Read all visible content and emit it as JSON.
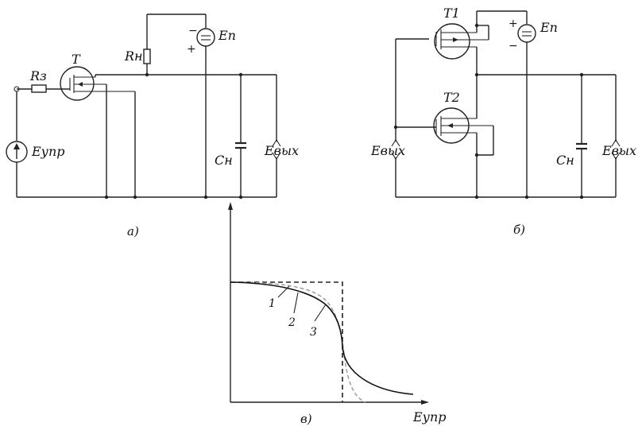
{
  "circuit_a": {
    "caption": "а)",
    "transistor": "T",
    "gate_resistor": "Rз",
    "load_resistor": "Rн",
    "supply": "Eп",
    "control_source": "Eупр",
    "load_capacitor": "Cн",
    "output": "Eвых"
  },
  "circuit_b": {
    "caption": "б)",
    "transistor_top": "T1",
    "transistor_bottom": "T2",
    "supply": "Eп",
    "input": "Eвых",
    "load_capacitor": "Cн",
    "output": "Eвых"
  },
  "graph_c": {
    "caption": "в)",
    "x_axis_label": "Eупр",
    "curve_labels": [
      "1",
      "2",
      "3"
    ]
  }
}
